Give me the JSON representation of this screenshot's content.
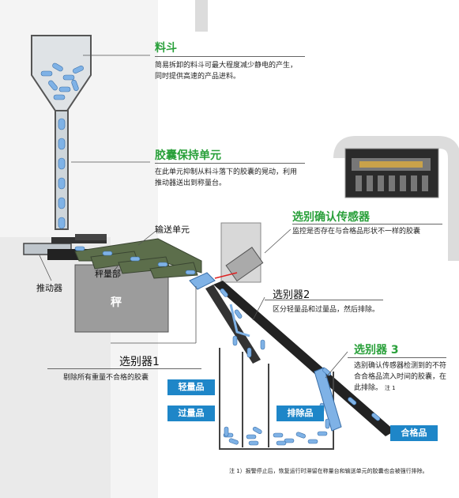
{
  "hopper": {
    "title": "料斗",
    "desc": "简易拆卸的料斗可最大程度减少静电的产生，同时提供高速的产品进料。"
  },
  "capsule_holder": {
    "title": "胶囊保持单元",
    "desc": "在此单元抑制从料斗落下的胶囊的晃动，利用推动器送出到称量台。"
  },
  "sensor": {
    "title": "选别确认传感器",
    "desc": "监控是否存在与合格品形状不一样的胶囊"
  },
  "conveyor_label": "输送单元",
  "weighing_part_label": "秤量部",
  "pusher_label": "推动器",
  "scale_label": "秤",
  "sorter1": {
    "title": "选别器1",
    "desc": "剔除所有重量不合格的胶囊"
  },
  "sorter2": {
    "title": "选别器2",
    "desc": "区分轻量品和过量品，然后排除。"
  },
  "sorter3": {
    "title": "选别器 3",
    "desc": "选别确认传感器检测到的不符合合格品流入时间的胶囊，在此排除。",
    "note_mark": "注 1"
  },
  "bins": {
    "light": "轻量品",
    "heavy": "过量品",
    "reject": "排除品",
    "pass": "合格品"
  },
  "footnote": "注 1）报警停止后，恢复运行时滞留在称量台和输送单元的胶囊也会被强行排除。",
  "colors": {
    "title_green": "#29a03a",
    "tag_blue": "#1e86c8",
    "conveyor_green": "#5c6e4b",
    "capsule_blue": "#7fb2e6"
  }
}
